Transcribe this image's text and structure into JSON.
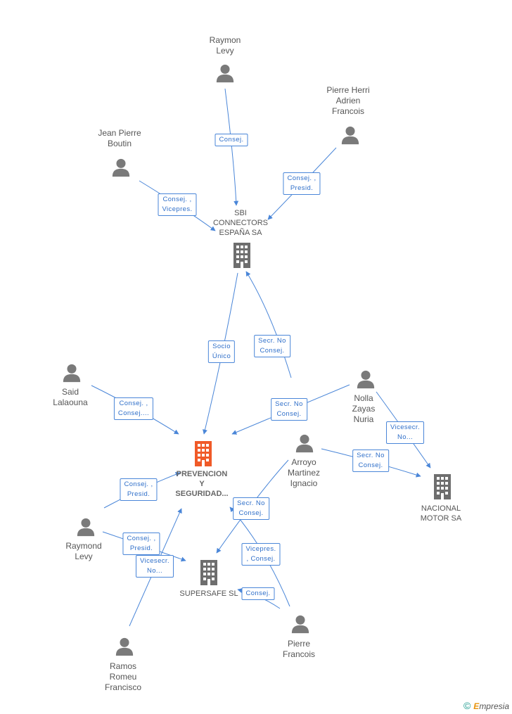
{
  "colors": {
    "edge": "#4a86d8",
    "person": "#7a7a7a",
    "company": "#6e6e6e",
    "focus": "#f05a28"
  },
  "people": [
    {
      "id": "raymon-levy-top",
      "lines": [
        "Raymon",
        "Levy"
      ]
    },
    {
      "id": "pierre-herri",
      "lines": [
        "Pierre Herri",
        "Adrien",
        "Francois"
      ]
    },
    {
      "id": "jean-pierre",
      "lines": [
        "Jean Pierre",
        "Boutin"
      ]
    },
    {
      "id": "said",
      "lines": [
        "Said",
        "Lalaouna"
      ]
    },
    {
      "id": "nolla",
      "lines": [
        "Nolla",
        "Zayas",
        "Nuria"
      ]
    },
    {
      "id": "arroyo",
      "lines": [
        "Arroyo",
        "Martinez",
        "Ignacio"
      ]
    },
    {
      "id": "raymond",
      "lines": [
        "Raymond",
        "Levy"
      ]
    },
    {
      "id": "ramos",
      "lines": [
        "Ramos",
        "Romeu",
        "Francisco"
      ]
    },
    {
      "id": "pierre-francois",
      "lines": [
        "Pierre",
        "Francois"
      ]
    }
  ],
  "companies": [
    {
      "id": "sbi",
      "lines": [
        "SBI",
        "CONNECTORS",
        "ESPAÑA SA"
      ],
      "focus": false
    },
    {
      "id": "prevencion",
      "lines": [
        "PREVENCION",
        "Y",
        "SEGURIDAD..."
      ],
      "focus": true
    },
    {
      "id": "nacional",
      "lines": [
        "NACIONAL",
        "MOTOR SA"
      ],
      "focus": false
    },
    {
      "id": "supersafe",
      "lines": [
        "SUPERSAFE SL"
      ],
      "focus": false
    }
  ],
  "edges": [
    {
      "from": "raymon-levy-top",
      "to": "sbi",
      "label": [
        "Consej."
      ]
    },
    {
      "from": "pierre-herri",
      "to": "sbi",
      "label": [
        "Consej. ,",
        "Presid."
      ]
    },
    {
      "from": "jean-pierre",
      "to": "sbi",
      "label": [
        "Consej. ,",
        "Vicepres."
      ]
    },
    {
      "from": "sbi",
      "to": "prevencion",
      "label": [
        "Socio",
        "Único"
      ]
    },
    {
      "from": "nolla",
      "to": "sbi",
      "label": [
        "Secr. No",
        "Consej."
      ]
    },
    {
      "from": "said",
      "to": "prevencion",
      "label": [
        "Consej. ,",
        "Consej...."
      ]
    },
    {
      "from": "nolla",
      "to": "prevencion",
      "label": [
        "Secr. No",
        "Consej."
      ]
    },
    {
      "from": "nolla",
      "to": "nacional",
      "label": [
        "Vicesecr.",
        "No..."
      ]
    },
    {
      "from": "arroyo",
      "to": "nacional",
      "label": [
        "Secr. No",
        "Consej."
      ]
    },
    {
      "from": "raymond",
      "to": "prevencion",
      "label": [
        "Consej. ,",
        "Presid."
      ]
    },
    {
      "from": "raymond",
      "to": "supersafe",
      "label": [
        "Consej. ,",
        "Presid."
      ]
    },
    {
      "from": "ramos",
      "to": "prevencion",
      "label": [
        "Vicesecr.",
        "No..."
      ]
    },
    {
      "from": "arroyo",
      "to": "supersafe",
      "label": [
        "Secr. No",
        "Consej."
      ]
    },
    {
      "from": "pierre-francois",
      "to": "supersafe",
      "label": [
        "Vicepres.",
        ", Consej."
      ]
    },
    {
      "from": "pierre-francois",
      "to": "supersafe",
      "label": [
        "Consej."
      ]
    }
  ],
  "footer": {
    "copyright": "©",
    "brand_initial": "E",
    "brand_rest": "mpresia"
  }
}
